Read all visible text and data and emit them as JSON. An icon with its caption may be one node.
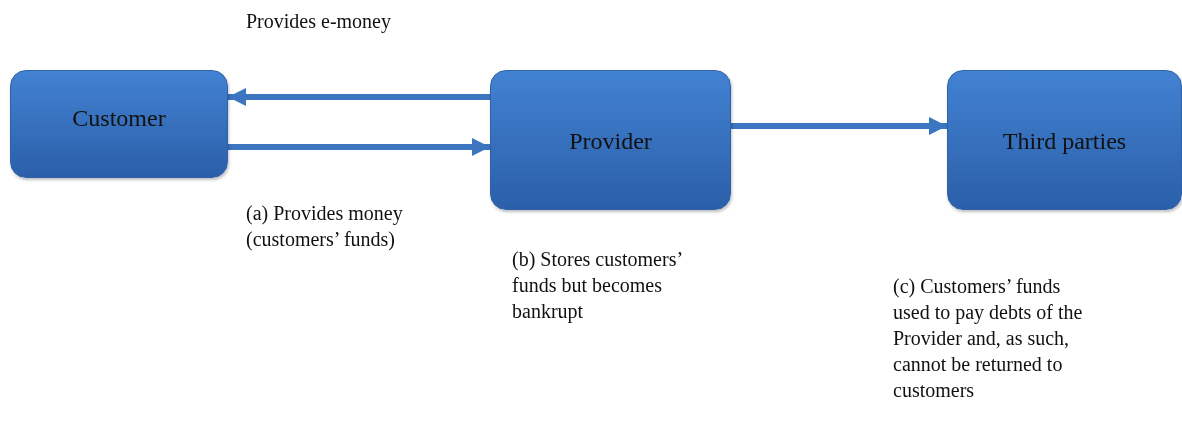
{
  "diagram": {
    "nodes": [
      {
        "text": [
          "Customer"
        ]
      },
      {
        "text": [
          "Provider"
        ],
        "beside": [
          "(b) Stores customers’ funds but becomes bankrupt"
        ]
      },
      {
        "text": [
          "Third parties"
        ],
        "beside": [
          "(c) Customers’ funds used to pay debts of the Provider and, as such, cannot be returned to customers"
        ]
      }
    ],
    "edges": [
      {
        "from": 1,
        "to": 0,
        "arrow": "to",
        "label": "Provides e-money"
      },
      {
        "from": 0,
        "to": 1,
        "arrow": "to",
        "label": "(a) Provides money (customers’ funds)"
      },
      {
        "from": 1,
        "to": 2,
        "arrow": "to"
      }
    ]
  }
}
